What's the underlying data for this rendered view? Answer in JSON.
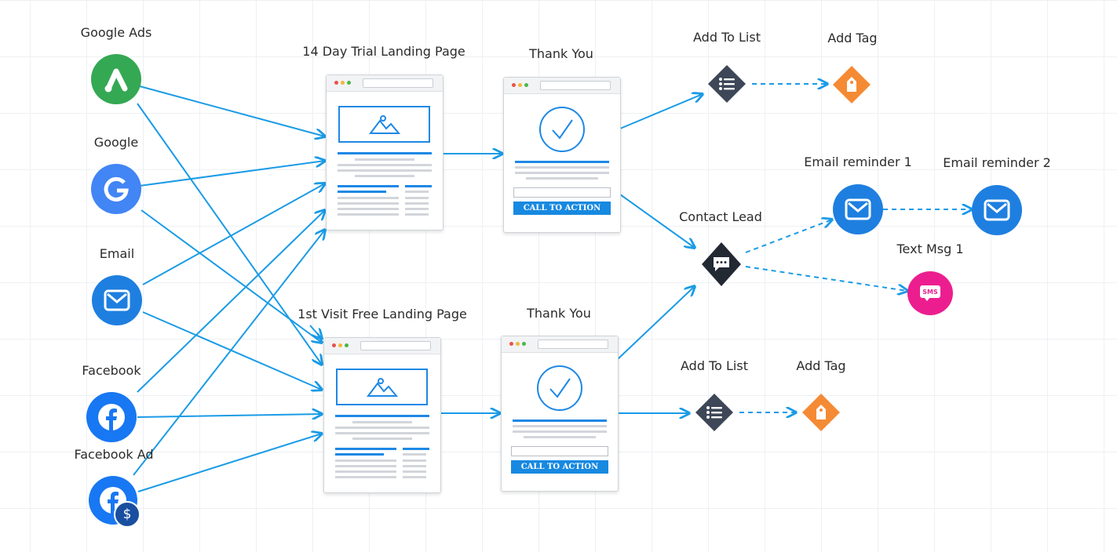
{
  "sources": {
    "google_ads": "Google Ads",
    "google": "Google",
    "email": "Email",
    "facebook": "Facebook",
    "facebook_ad": "Facebook Ad"
  },
  "pages": {
    "trial_landing": "14 Day Trial Landing Page",
    "free_landing": "1st Visit Free Landing Page",
    "thank_you_1": "Thank You",
    "thank_you_2": "Thank You",
    "cta_1": "CALL TO ACTION",
    "cta_2": "CALL TO ACTION"
  },
  "actions": {
    "add_to_list_1": "Add To List",
    "add_tag_1": "Add Tag",
    "contact_lead": "Contact Lead",
    "email_reminder_1": "Email reminder 1",
    "email_reminder_2": "Email reminder 2",
    "text_msg_1": "Text Msg 1",
    "sms_badge": "SMS",
    "add_to_list_2": "Add To List",
    "add_tag_2": "Add Tag"
  },
  "colors": {
    "edge": "#1a9be6",
    "google_ads": "#34a853",
    "google": "#4285f4",
    "email": "#1e7fe0",
    "facebook": "#1877f2",
    "list_node": "#3d4758",
    "tag_node": "#f58a34",
    "sms": "#ec1e8f",
    "lead_node": "#222933"
  },
  "icons": {
    "google_ads": "google-ads-logo-icon",
    "google": "google-g-icon",
    "email": "envelope-icon",
    "facebook": "facebook-f-icon",
    "facebook_ad": "facebook-dollar-icon",
    "list": "list-icon",
    "tag": "tag-icon",
    "lead": "chat-bubble-icon",
    "sms": "sms-icon"
  }
}
